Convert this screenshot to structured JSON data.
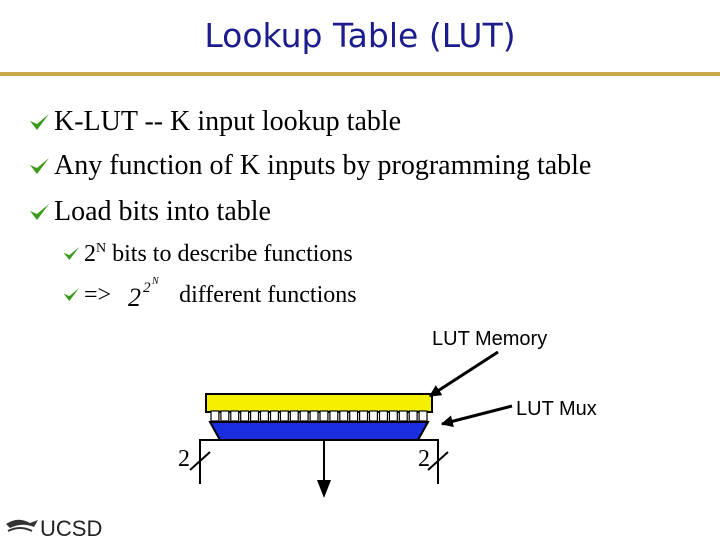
{
  "slide": {
    "title": "Lookup Table (LUT)",
    "bullets": [
      {
        "text": "K-LUT -- K input lookup table"
      },
      {
        "text": "Any function of K inputs by programming table"
      },
      {
        "text": "Load bits into table"
      }
    ],
    "subbullets": [
      {
        "base": "2",
        "sup": "N",
        "rest": " bits to describe functions"
      },
      {
        "prefix": "=> ",
        "formula": {
          "base": "2",
          "exp1": "2",
          "exp2": "N"
        },
        "rest": "different functions"
      }
    ]
  },
  "diagram": {
    "memory_label": "LUT Memory",
    "mux_label": "LUT Mux",
    "left_bus_width": "2",
    "right_bus_width": "2",
    "memory_color": "#f5f000",
    "mux_color": "#1a2ee0"
  },
  "logo": {
    "text": "UCSD"
  },
  "colors": {
    "title": "#1c1c8c",
    "rule": "#c9a94a",
    "bullet_mark": "#3a9a1a"
  },
  "icons": {
    "bullet": "check-bullet-icon"
  }
}
